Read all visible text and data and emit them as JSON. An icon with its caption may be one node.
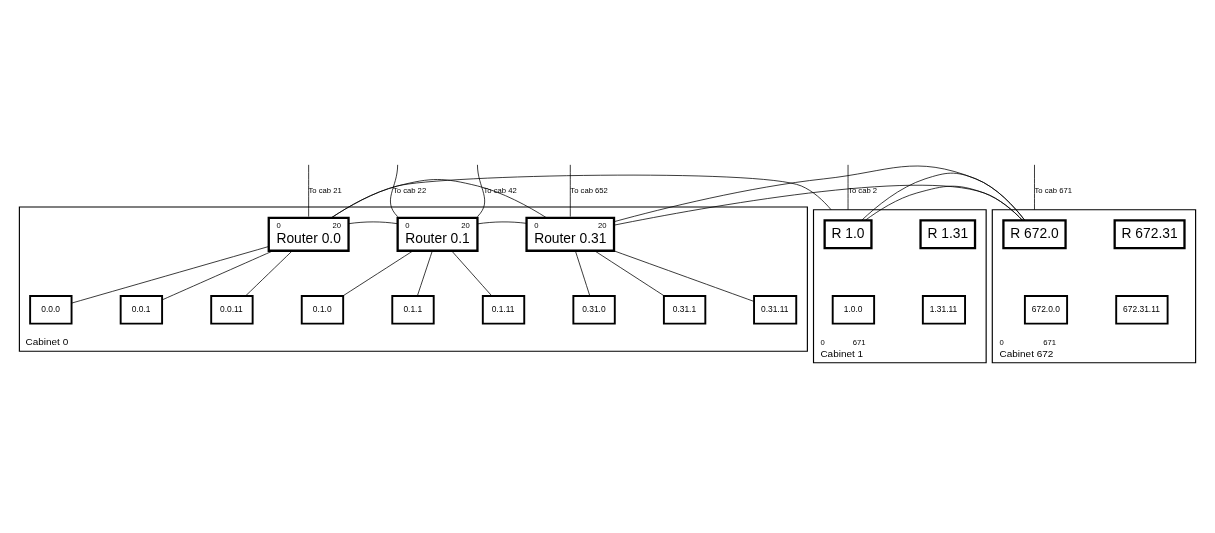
{
  "diagram": {
    "nodes": [
      {
        "text": [
          "Cabinet 0"
        ]
      },
      {
        "text": [
          "0",
          "20",
          "Router 0.0"
        ],
        "in": 0
      },
      {
        "text": [
          "0",
          "20",
          "Router 0.1"
        ],
        "in": 0
      },
      {
        "text": [
          "0",
          "20",
          "Router 0.31"
        ],
        "in": 0
      },
      {
        "text": [
          "0.0.0"
        ],
        "in": 0
      },
      {
        "text": [
          "0.0.1"
        ],
        "in": 0
      },
      {
        "text": [
          "0.0.11"
        ],
        "in": 0
      },
      {
        "text": [
          "0.1.0"
        ],
        "in": 0
      },
      {
        "text": [
          "0.1.1"
        ],
        "in": 0
      },
      {
        "text": [
          "0.1.11"
        ],
        "in": 0
      },
      {
        "text": [
          "0.31.0"
        ],
        "in": 0
      },
      {
        "text": [
          "0.31.1"
        ],
        "in": 0
      },
      {
        "text": [
          "0.31.11"
        ],
        "in": 0
      },
      {
        "text": [
          "0",
          "671",
          "Cabinet 1"
        ]
      },
      {
        "text": [
          "R 1.0"
        ],
        "in": 13
      },
      {
        "text": [
          "R 1.31"
        ],
        "in": 13
      },
      {
        "text": [
          "1.0.0"
        ],
        "in": 13
      },
      {
        "text": [
          "1.31.11"
        ],
        "in": 13
      },
      {
        "text": [
          "0",
          "671",
          "Cabinet 672"
        ]
      },
      {
        "text": [
          "R 672.0"
        ],
        "in": 18
      },
      {
        "text": [
          "R 672.31"
        ],
        "in": 18
      },
      {
        "text": [
          "672.0.0"
        ],
        "in": 18
      },
      {
        "text": [
          "672.31.11"
        ],
        "in": 18
      }
    ],
    "edges": [
      {
        "from": 1,
        "to": 13,
        "arrow": "none"
      },
      {
        "from": 3,
        "to": 18,
        "arrow": "none"
      },
      {
        "from": 13,
        "to": 18,
        "arrow": "none"
      },
      {
        "from": 1,
        "to": null,
        "arrow": "none",
        "label": "To cab 21"
      },
      {
        "from": 2,
        "to": null,
        "arrow": "none",
        "label": "To cab 22"
      },
      {
        "from": 2,
        "to": null,
        "arrow": "none",
        "label": "To cab 42"
      },
      {
        "from": 3,
        "to": null,
        "arrow": "none",
        "label": "To cab 652"
      },
      {
        "from": 13,
        "to": null,
        "arrow": "none",
        "label": "To cab 2"
      },
      {
        "from": 18,
        "to": null,
        "arrow": "none",
        "label": "To cab 671"
      },
      {
        "from": 1,
        "to": 2,
        "arrow": "none"
      },
      {
        "from": 1,
        "to": 3,
        "arrow": "none"
      },
      {
        "from": 2,
        "to": 3,
        "arrow": "none"
      },
      {
        "from": 1,
        "to": 4,
        "arrow": "none"
      },
      {
        "from": 1,
        "to": 5,
        "arrow": "none"
      },
      {
        "from": 1,
        "to": 6,
        "arrow": "none"
      },
      {
        "from": 2,
        "to": 7,
        "arrow": "none"
      },
      {
        "from": 2,
        "to": 8,
        "arrow": "none"
      },
      {
        "from": 2,
        "to": 9,
        "arrow": "none"
      },
      {
        "from": 3,
        "to": 10,
        "arrow": "none"
      },
      {
        "from": 3,
        "to": 11,
        "arrow": "none"
      },
      {
        "from": 3,
        "to": 12,
        "arrow": "none"
      }
    ]
  }
}
